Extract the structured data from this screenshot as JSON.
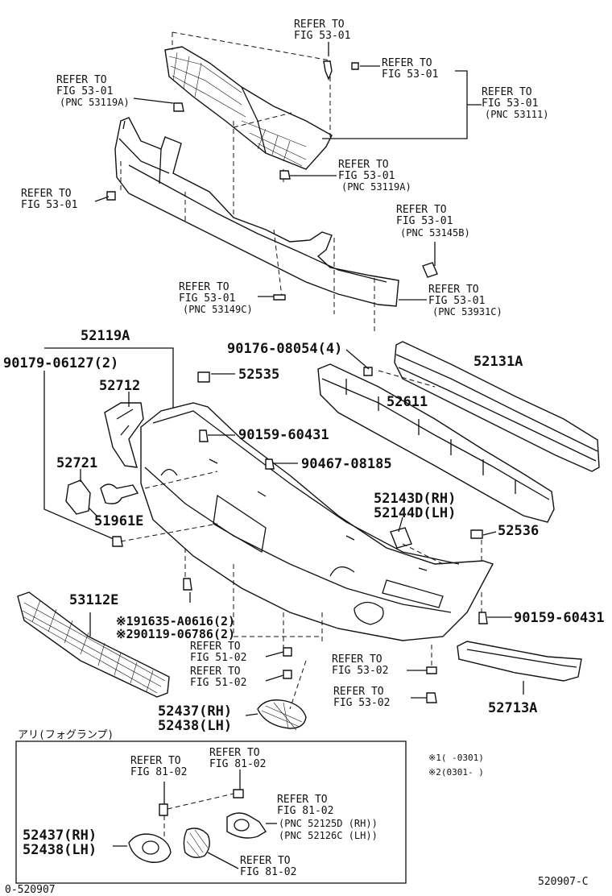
{
  "labels": {
    "ref_top_center": [
      "REFER TO",
      "FIG 53-01"
    ],
    "ref_top_clip": [
      "REFER TO",
      "FIG 53-01"
    ],
    "ref_top_right": [
      "REFER TO",
      "FIG 53-01",
      "(PNC 53111)"
    ],
    "ref_left_upper": [
      "REFER TO",
      "FIG 53-01",
      "(PNC 53119A)"
    ],
    "ref_mid_clip": [
      "REFER TO",
      "FIG 53-01",
      "(PNC 53119A)"
    ],
    "ref_left_mid": [
      "REFER TO",
      "FIG 53-01"
    ],
    "ref_right_bracket": [
      "REFER TO",
      "FIG 53-01",
      "(PNC 53145B)"
    ],
    "ref_lower_center": [
      "REFER TO",
      "FIG 53-01",
      "(PNC 53149C)"
    ],
    "ref_lower_right": [
      "REFER TO",
      "FIG 53-01",
      "(PNC 53931C)"
    ],
    "ref_5102_a": [
      "REFER TO",
      "FIG 51-02"
    ],
    "ref_5102_b": [
      "REFER TO",
      "FIG 51-02"
    ],
    "ref_5302_a": [
      "REFER TO",
      "FIG 53-02"
    ],
    "ref_5302_b": [
      "REFER TO",
      "FIG 53-02"
    ],
    "ref_8102_a": [
      "REFER TO",
      "FIG 81-02"
    ],
    "ref_8102_b": [
      "REFER TO",
      "FIG 81-02"
    ],
    "ref_8102_c": [
      "REFER TO",
      "FIG 81-02",
      "(PNC 52125D (RH))",
      "(PNC 52126C (LH))"
    ],
    "ref_8102_d": [
      "REFER TO",
      "FIG 81-02"
    ]
  },
  "parts": {
    "p52119A": "52119A",
    "p90179": "90179-06127(2)",
    "p52712": "52712",
    "p52721": "52721",
    "p51961E": "51961E",
    "p90176": "90176-08054(4)",
    "p52535": "52535",
    "p90159a": "90159-60431",
    "p90467": "90467-08185",
    "p52131A": "52131A",
    "p52611": "52611",
    "p52143D": "52143D(RH)",
    "p52144D": "52144D(LH)",
    "p52536": "52536",
    "p53112E": "53112E",
    "p91635": "※191635-A0616(2)",
    "p90119": "※290119-06786(2)",
    "p90159b": "90159-60431",
    "p52437a": "52437(RH)",
    "p52438a": "52438(LH)",
    "p52713A": "52713A",
    "p52437b": "52437(RH)",
    "p52438b": "52438(LH)"
  },
  "inset": {
    "title": "アリ(フォグランプ)",
    "note1": "※1(      -0301)",
    "note2": "※2(0301-      )"
  },
  "footer": {
    "left_code": "0-520907",
    "right_code": "520907-C"
  }
}
